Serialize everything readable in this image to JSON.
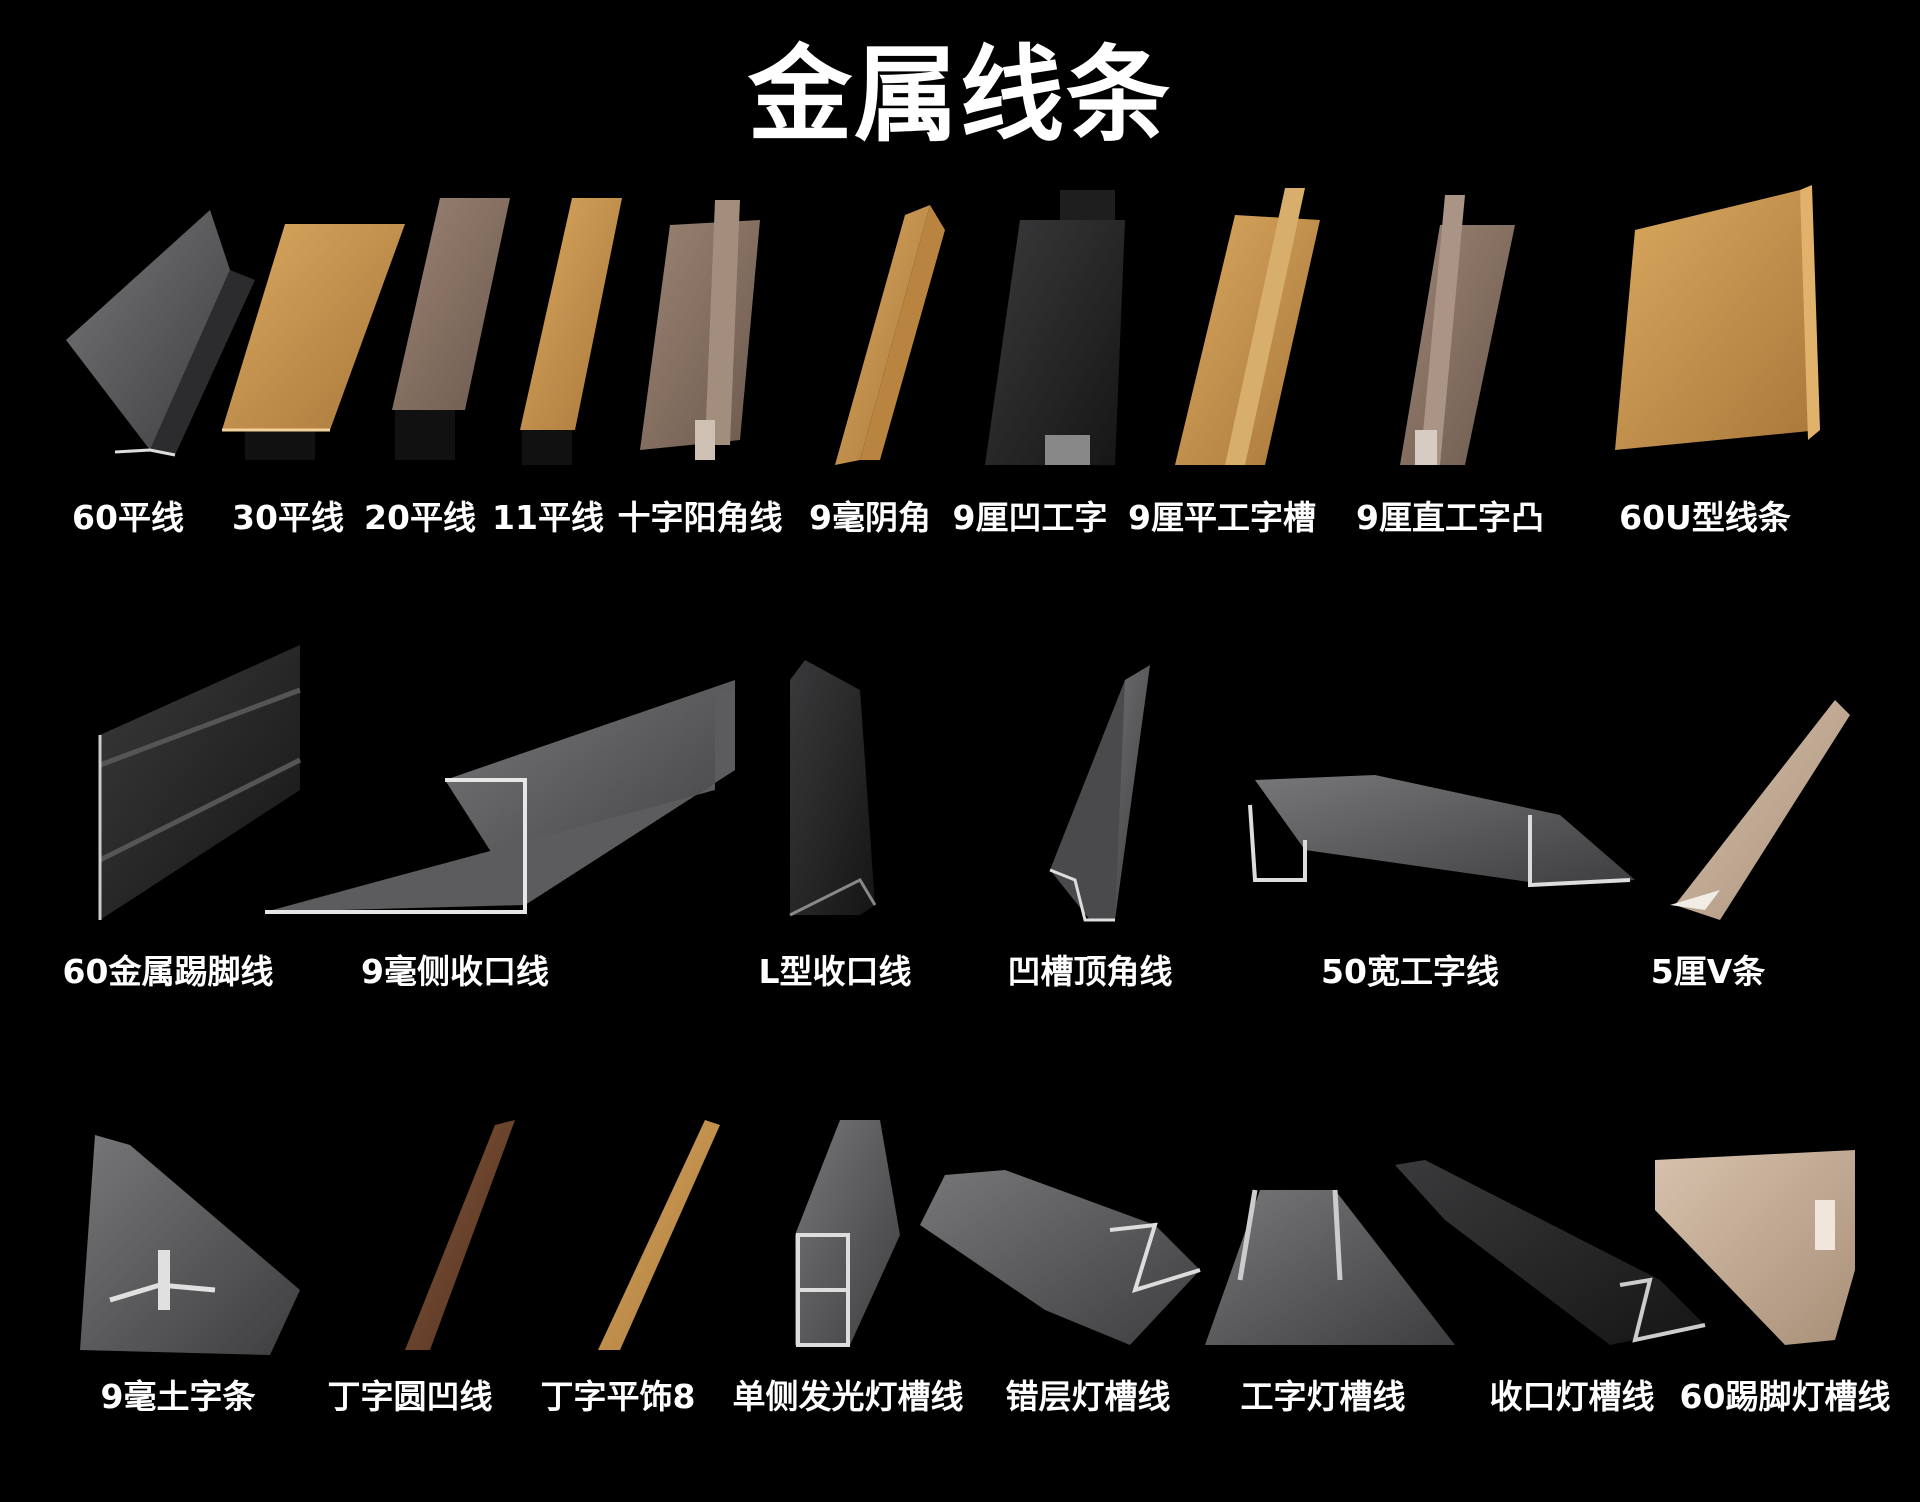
{
  "title": "金属线条",
  "rows": [
    {
      "items": [
        {
          "label": "60平线"
        },
        {
          "label": "30平线"
        },
        {
          "label": "20平线"
        },
        {
          "label": "11平线"
        },
        {
          "label": "十字阳角线"
        },
        {
          "label": "9毫阴角"
        },
        {
          "label": "9厘凹工字"
        },
        {
          "label": "9厘平工字槽"
        },
        {
          "label": "9厘直工字凸"
        },
        {
          "label": "60U型线条"
        }
      ]
    },
    {
      "items": [
        {
          "label": "60金属踢脚线"
        },
        {
          "label": "9毫侧收口线"
        },
        {
          "label": "L型收口线"
        },
        {
          "label": "凹槽顶角线"
        },
        {
          "label": "50宽工字线"
        },
        {
          "label": "5厘V条"
        }
      ]
    },
    {
      "items": [
        {
          "label": "9毫土字条"
        },
        {
          "label": "丁字圆凹线"
        },
        {
          "label": "丁字平饰8"
        },
        {
          "label": "单侧发光灯槽线"
        },
        {
          "label": "错层灯槽线"
        },
        {
          "label": "工字灯槽线"
        },
        {
          "label": "收口灯槽线"
        },
        {
          "label": "60踢脚灯槽线"
        }
      ]
    }
  ],
  "colors": {
    "background": "#000000",
    "gold": "#c9974e",
    "bronze": "#8a7565",
    "dark": "#2a2a2a",
    "gray": "#5a5a5c",
    "champagne": "#c2a994"
  }
}
